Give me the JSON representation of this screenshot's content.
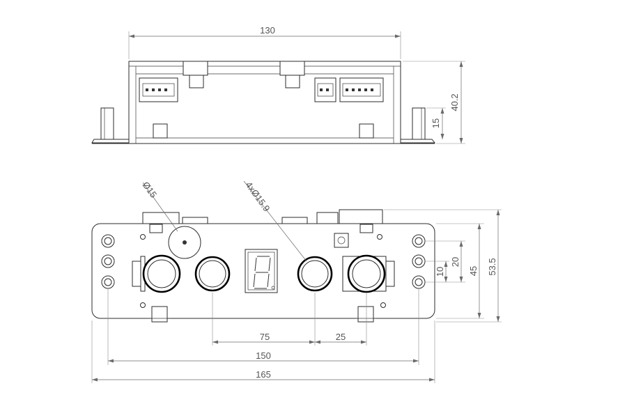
{
  "dimensions": {
    "top_width": "130",
    "height_total": "40.2",
    "height_post": "15",
    "hole_label": "Ø15",
    "button_label": "4xØ15.9",
    "spacing_75": "75",
    "spacing_25": "25",
    "span_150": "150",
    "span_165": "165",
    "pitch_10": "10",
    "pitch_20": "20",
    "height_45": "45",
    "height_53_5": "53.5"
  },
  "colors": {
    "line": "#2b2b2b",
    "dimension": "#6a6a6a",
    "text": "#555555",
    "button_ring": "#000000"
  }
}
